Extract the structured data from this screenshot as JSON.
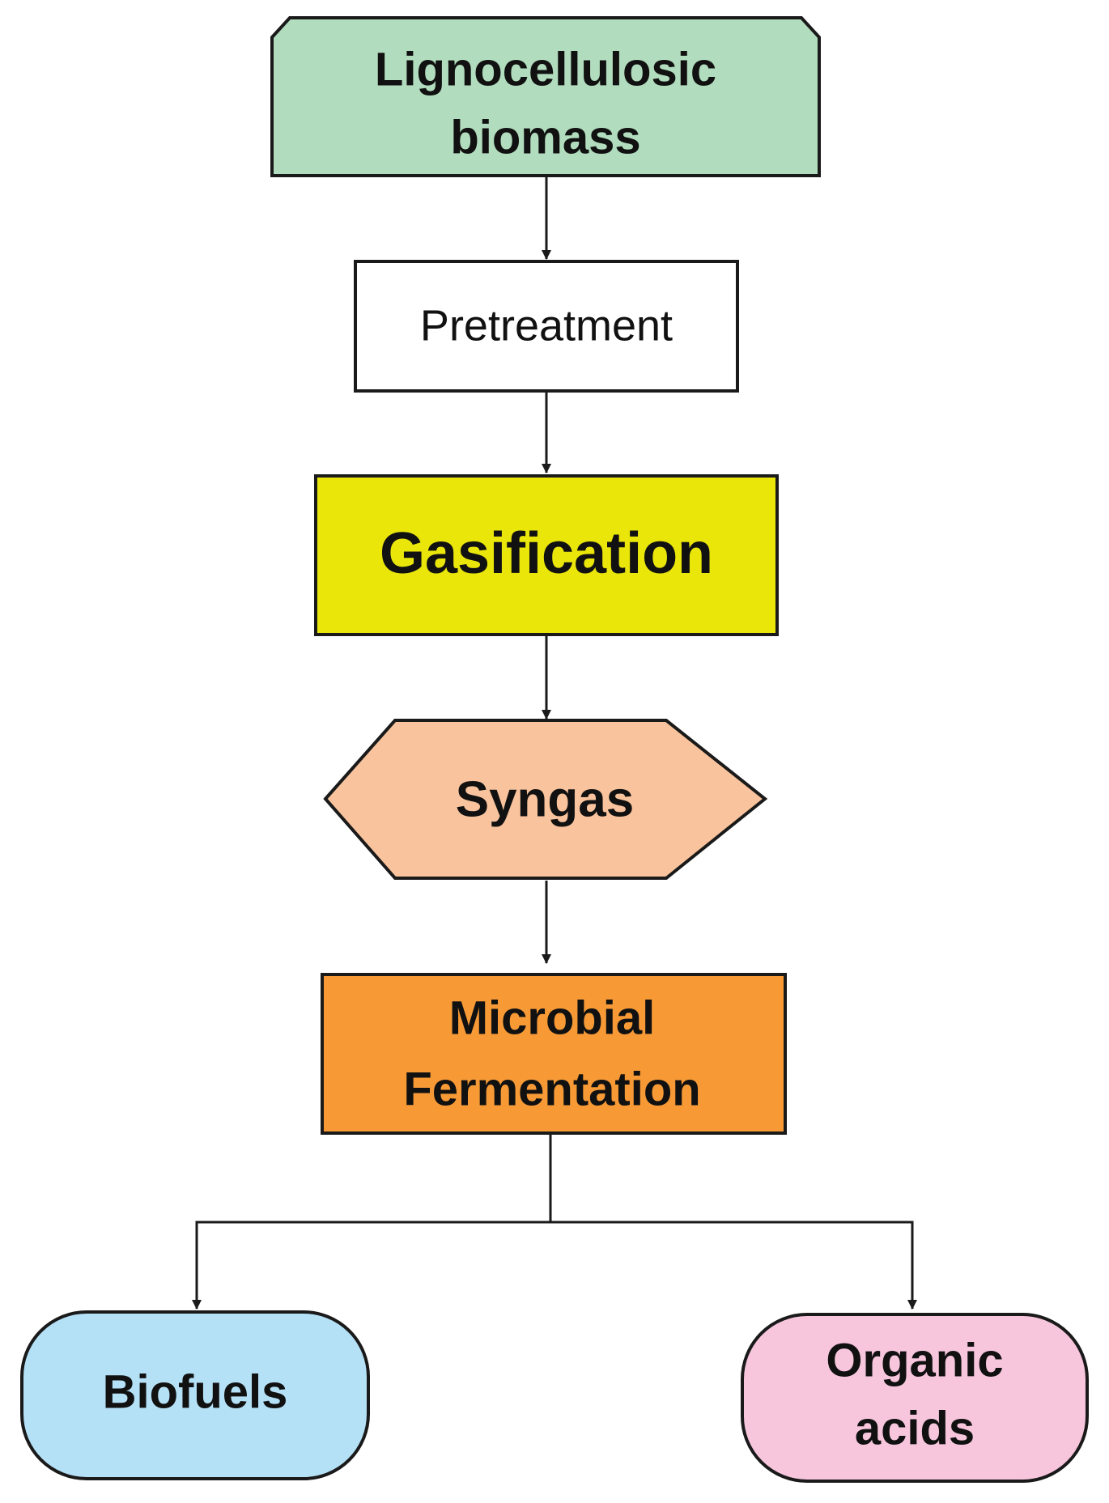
{
  "diagram": {
    "nodes": {
      "biomass": {
        "lines": [
          "Lignocellulosic",
          "biomass"
        ],
        "fill": "#b1dcbd"
      },
      "pretreatment": {
        "lines": [
          "Pretreatment"
        ],
        "fill": "#ffffff"
      },
      "gasification": {
        "lines": [
          "Gasification"
        ],
        "fill": "#eae60a"
      },
      "syngas": {
        "lines": [
          "Syngas"
        ],
        "fill": "#f9c49d"
      },
      "fermentation": {
        "lines": [
          "Microbial",
          "Fermentation"
        ],
        "fill": "#f79a36"
      },
      "biofuels": {
        "lines": [
          "Biofuels"
        ],
        "fill": "#b5e1f7"
      },
      "organic_acids": {
        "lines": [
          "Organic",
          "acids"
        ],
        "fill": "#f7c6dd"
      }
    },
    "edges": [
      [
        "biomass",
        "pretreatment"
      ],
      [
        "pretreatment",
        "gasification"
      ],
      [
        "gasification",
        "syngas"
      ],
      [
        "syngas",
        "fermentation"
      ],
      [
        "fermentation",
        "biofuels"
      ],
      [
        "fermentation",
        "organic_acids"
      ]
    ],
    "stroke_color": "#1a1a1a"
  }
}
